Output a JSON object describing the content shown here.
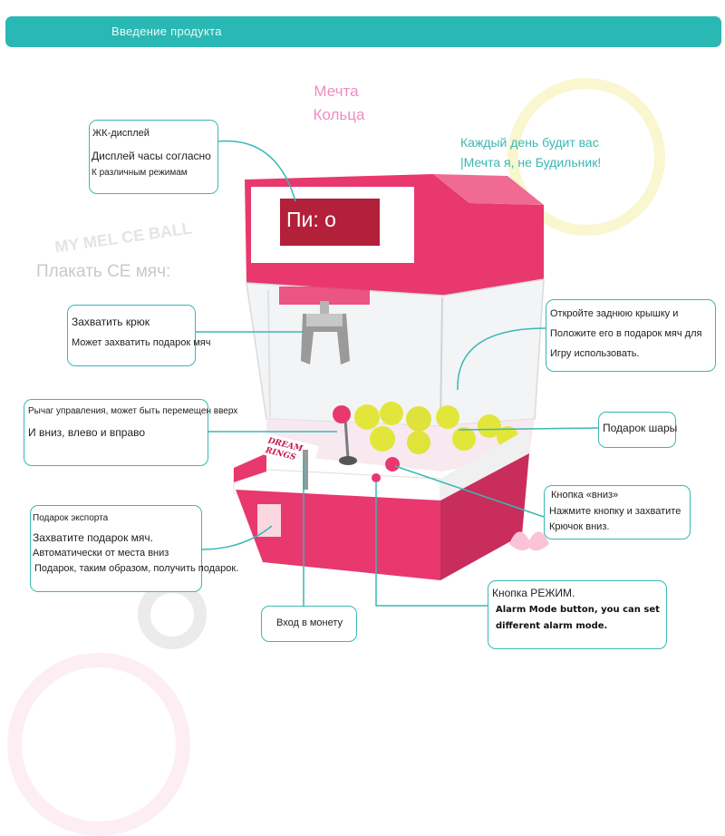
{
  "header": {
    "title": "Введение продукта"
  },
  "brand": {
    "line1": "Мечта",
    "line2": "Кольца"
  },
  "slogan": {
    "line1": "Каждый день будит вас",
    "line2": "|Мечта я, не Будильник!"
  },
  "side_label": "Плакать СЕ мяч:",
  "faint_text": "MY MEL    CE BALL",
  "display": {
    "text": "Пи: о"
  },
  "machine": {
    "label_line1": "DREAM",
    "label_line2": "RINGS"
  },
  "callouts": {
    "lcd": {
      "title": "ЖК-дисплей",
      "line1": "Дисплей часы согласно",
      "line2": "К различным режимам"
    },
    "hook": {
      "line1": "Захватить крюк",
      "line2": "Может захватить подарок мяч"
    },
    "lever": {
      "line1": "Рычаг управления, может быть перемещен вверх",
      "line2": "И вниз, влево и вправо"
    },
    "export": {
      "title": "Подарок экспорта",
      "line1": "Захватите подарок мяч.",
      "line2": "Автоматически от места вниз",
      "line3": "Подарок, таким образом, получить подарок."
    },
    "coin": {
      "label": "Вход в монету"
    },
    "back": {
      "line1": "Откройте заднюю крышку и",
      "line2": "Положите его в подарок мяч для",
      "line3": "Игру использовать."
    },
    "balls": {
      "label": "Подарок шары"
    },
    "down": {
      "line1": "Кнопка «вниз»",
      "line2": "Нажмите кнопку и захватите",
      "line3": "Крючок вниз."
    },
    "mode": {
      "line1": "Кнопка РЕЖИМ.",
      "line2": "Alarm Mode button, you can set",
      "line3": "different alarm mode."
    }
  },
  "colors": {
    "accent": "#39b8b4",
    "machine": "#e8386e",
    "ball": "#e3e63a"
  }
}
